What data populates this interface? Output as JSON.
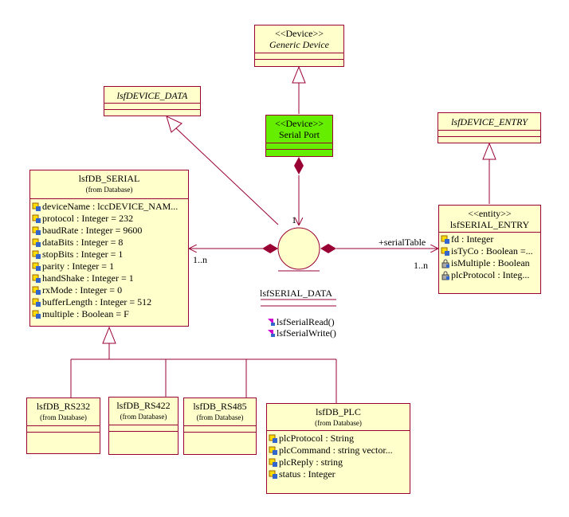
{
  "classes": {
    "generic_device": {
      "stereotype": "<<Device>>",
      "name": "Generic Device"
    },
    "serial_port": {
      "stereotype": "<<Device>>",
      "name": "Serial Port"
    },
    "lsf_device_data": {
      "name": "lsfDEVICE_DATA"
    },
    "lsf_device_entry": {
      "name": "lsfDEVICE_ENTRY"
    },
    "lsfdb_serial": {
      "name": "lsfDB_SERIAL",
      "package": "(from Database)",
      "attributes": [
        "deviceName : lccDEVICE_NAM...",
        "protocol : Integer = 232",
        "baudRate : Integer = 9600",
        "dataBits : Integer = 8",
        "stopBits : Integer = 1",
        "parity : Integer = 1",
        "handShake : Integer = 1",
        "rxMode : Integer = 0",
        "bufferLength : Integer = 512",
        "multiple : Boolean = F"
      ]
    },
    "lsf_serial_entry": {
      "stereotype": "<<entity>>",
      "name": "lsfSERIAL_ENTRY",
      "attributes": [
        "fd : Integer",
        "isTyCo : Boolean =...",
        "isMultiple : Boolean",
        "plcProtocol : Integ..."
      ]
    },
    "lsf_serial_data": {
      "name": "lsfSERIAL_DATA",
      "operations": [
        "lsfSerialRead()",
        "lsfSerialWrite()"
      ]
    },
    "lsfdb_rs232": {
      "name": "lsfDB_RS232",
      "package": "(from Database)"
    },
    "lsfdb_rs422": {
      "name": "lsfDB_RS422",
      "package": "(from Database)"
    },
    "lsfdb_rs485": {
      "name": "lsfDB_RS485",
      "package": "(from Database)"
    },
    "lsfdb_plc": {
      "name": "lsfDB_PLC",
      "package": "(from Database)",
      "attributes": [
        "plcProtocol : String",
        "plcCommand : string vector...",
        "plcReply : string",
        "status : Integer"
      ]
    }
  },
  "associations": {
    "serial_port_multiplicity": "1",
    "db_serial_multiplicity": "1..n",
    "serial_table_role": "+serialTable",
    "serial_table_multiplicity": "1..n"
  },
  "colors": {
    "border": "#990033",
    "box_fill": "#ffffcc",
    "device_fill": "#66ee00",
    "icon_yellow": "#ffdd00",
    "icon_blue": "#3366cc",
    "op_magenta": "#cc00cc"
  },
  "icons": {
    "public_attribute": "key-attribute-icon",
    "protected_attribute": "lock-attribute-icon",
    "operation": "operation-icon"
  }
}
